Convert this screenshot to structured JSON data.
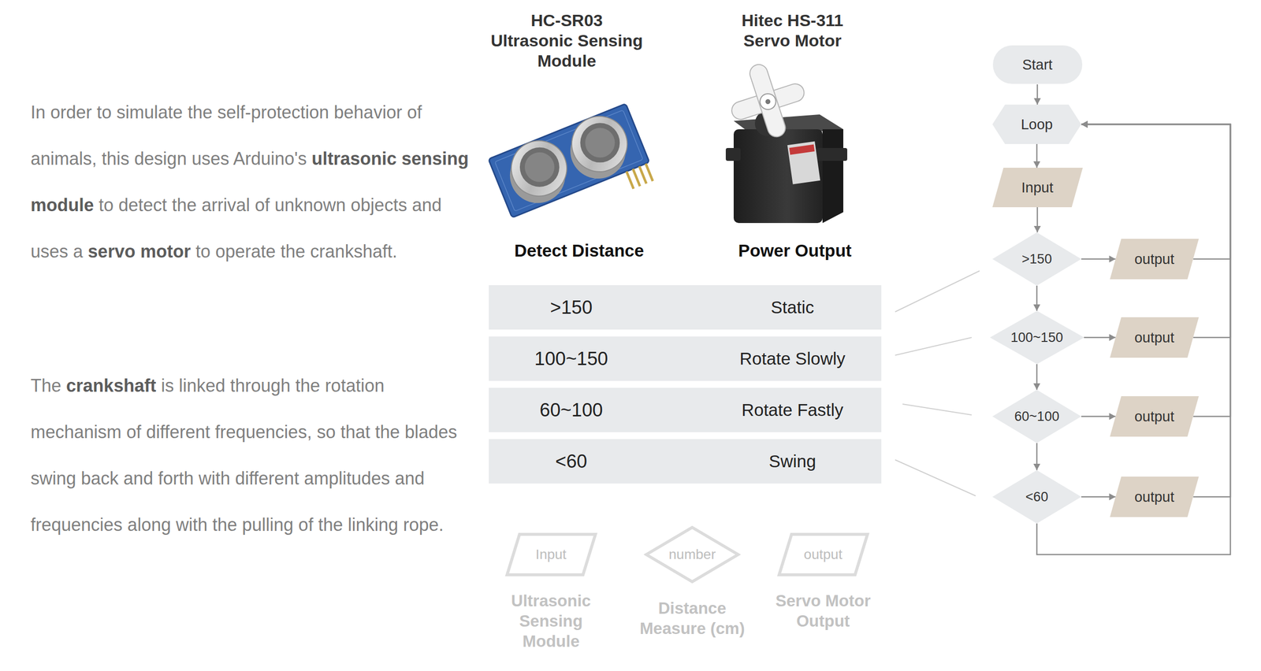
{
  "diagram": {
    "nodes": [
      {
        "text": [
          "Start"
        ]
      },
      {
        "text": [
          "Loop"
        ]
      },
      {
        "text": [
          "Input"
        ]
      },
      {
        "text": [
          ">150"
        ]
      },
      {
        "text": [
          "output"
        ]
      },
      {
        "text": [
          "100~150"
        ]
      },
      {
        "text": [
          "output"
        ]
      },
      {
        "text": [
          "60~100"
        ]
      },
      {
        "text": [
          "output"
        ]
      },
      {
        "text": [
          "<60"
        ]
      },
      {
        "text": [
          "output"
        ]
      },
      {
        "text": [
          "Input",
          "Ultrasonic Sensing Module"
        ]
      },
      {
        "text": [
          "number",
          "Distance Measure (cm)"
        ]
      },
      {
        "text": [
          "output",
          "Servo Motor Output"
        ]
      }
    ],
    "edges": [
      {
        "from": 0,
        "to": 1,
        "arrow": "to"
      },
      {
        "from": 1,
        "to": 2,
        "arrow": "to"
      },
      {
        "from": 2,
        "to": 3,
        "arrow": "to"
      },
      {
        "from": 3,
        "to": 4,
        "arrow": "to"
      },
      {
        "from": 3,
        "to": 5,
        "arrow": "to"
      },
      {
        "from": 5,
        "to": 6,
        "arrow": "to"
      },
      {
        "from": 5,
        "to": 7,
        "arrow": "to"
      },
      {
        "from": 7,
        "to": 8,
        "arrow": "to"
      },
      {
        "from": 7,
        "to": 9,
        "arrow": "to"
      },
      {
        "from": 9,
        "to": 10,
        "arrow": "to"
      },
      {
        "from": 4,
        "to": 1,
        "arrow": "to"
      },
      {
        "from": 6,
        "to": 1,
        "arrow": "to"
      },
      {
        "from": 8,
        "to": 1,
        "arrow": "to"
      },
      {
        "from": 10,
        "to": 1,
        "arrow": "to"
      },
      {
        "from": 9,
        "to": 1,
        "arrow": "to"
      }
    ],
    "labels": [
      "In order to simulate the self-protection behavior of animals, this design uses Arduino's",
      "ultrasonic sensing module",
      "to detect the arrival of unknown objects and uses a",
      "servo motor",
      "to operate the crankshaft.",
      "The",
      "crankshaft",
      "is linked through the rotation mechanism of different frequencies, so that the blades swing back and forth with different amplitudes and frequencies along with the pulling of the linking rope.",
      "HC-SR03",
      "Ultrasonic Sensing Module",
      "Hitec HS-311",
      "Servo Motor",
      "Detect Distance",
      "Power Output",
      ">150",
      "Static",
      "100~150",
      "Rotate Slowly",
      "60~100",
      "Rotate Fastly",
      "<60",
      "Swing"
    ]
  }
}
